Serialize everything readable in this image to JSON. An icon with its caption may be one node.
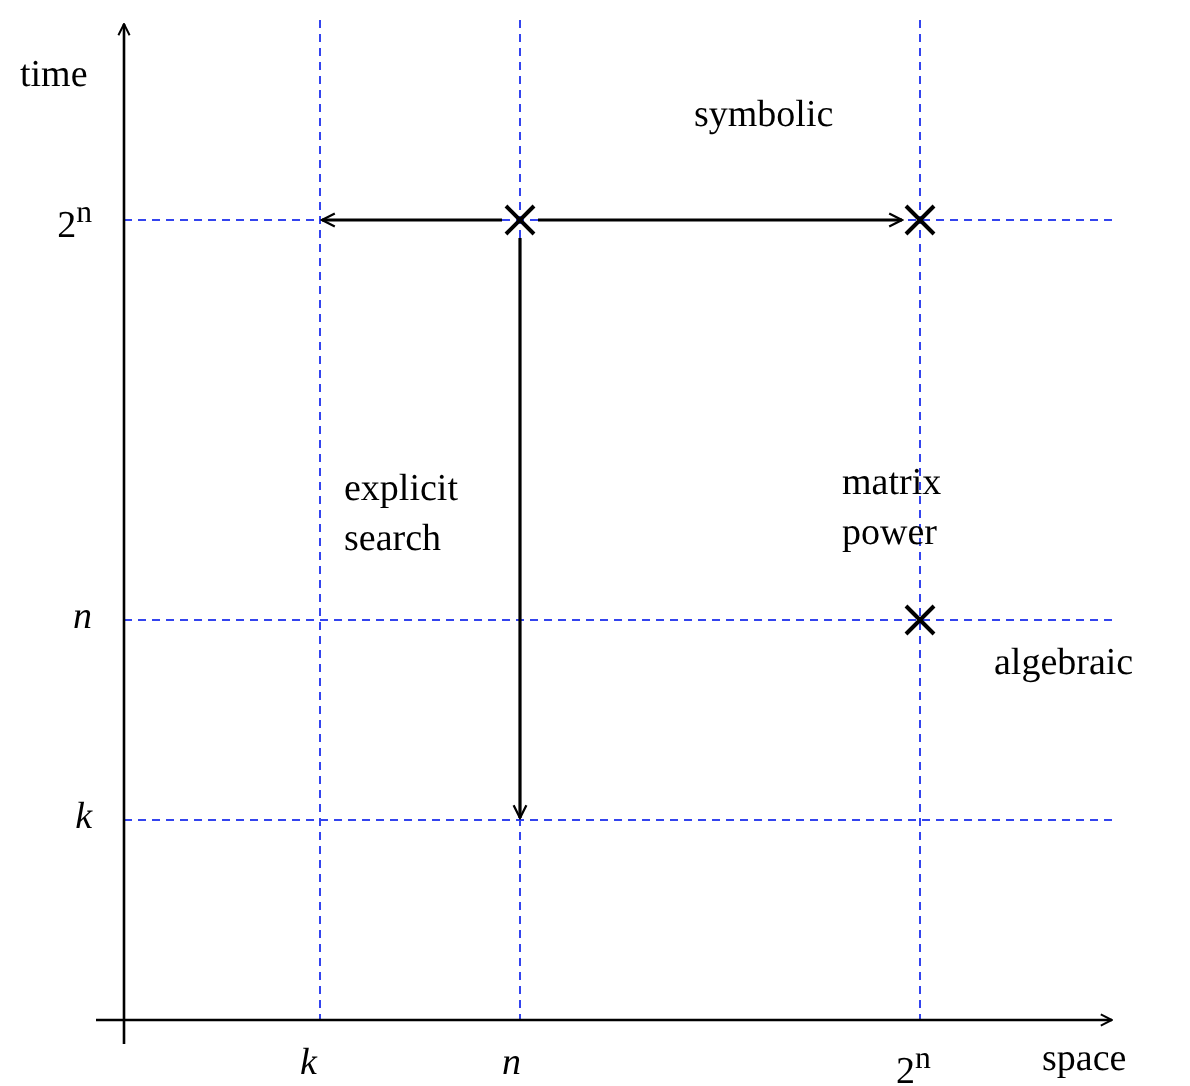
{
  "diagram": {
    "nodes": [
      {
        "text": [],
        "shape": "cross"
      },
      {
        "text": [],
        "shape": "cross"
      },
      {
        "text": [],
        "shape": "cross"
      }
    ],
    "edges": [
      {
        "from": 0,
        "to": null,
        "arrow": "to"
      },
      {
        "from": 0,
        "to": 1,
        "arrow": "to"
      },
      {
        "from": 0,
        "to": null,
        "arrow": "to"
      }
    ],
    "labels": [
      "time",
      "symbolic",
      "2$^{n}$",
      "explicit search",
      "matrix power",
      "n",
      "algebraic",
      "k",
      "k",
      "n",
      "2$^{n}$",
      "space"
    ]
  }
}
